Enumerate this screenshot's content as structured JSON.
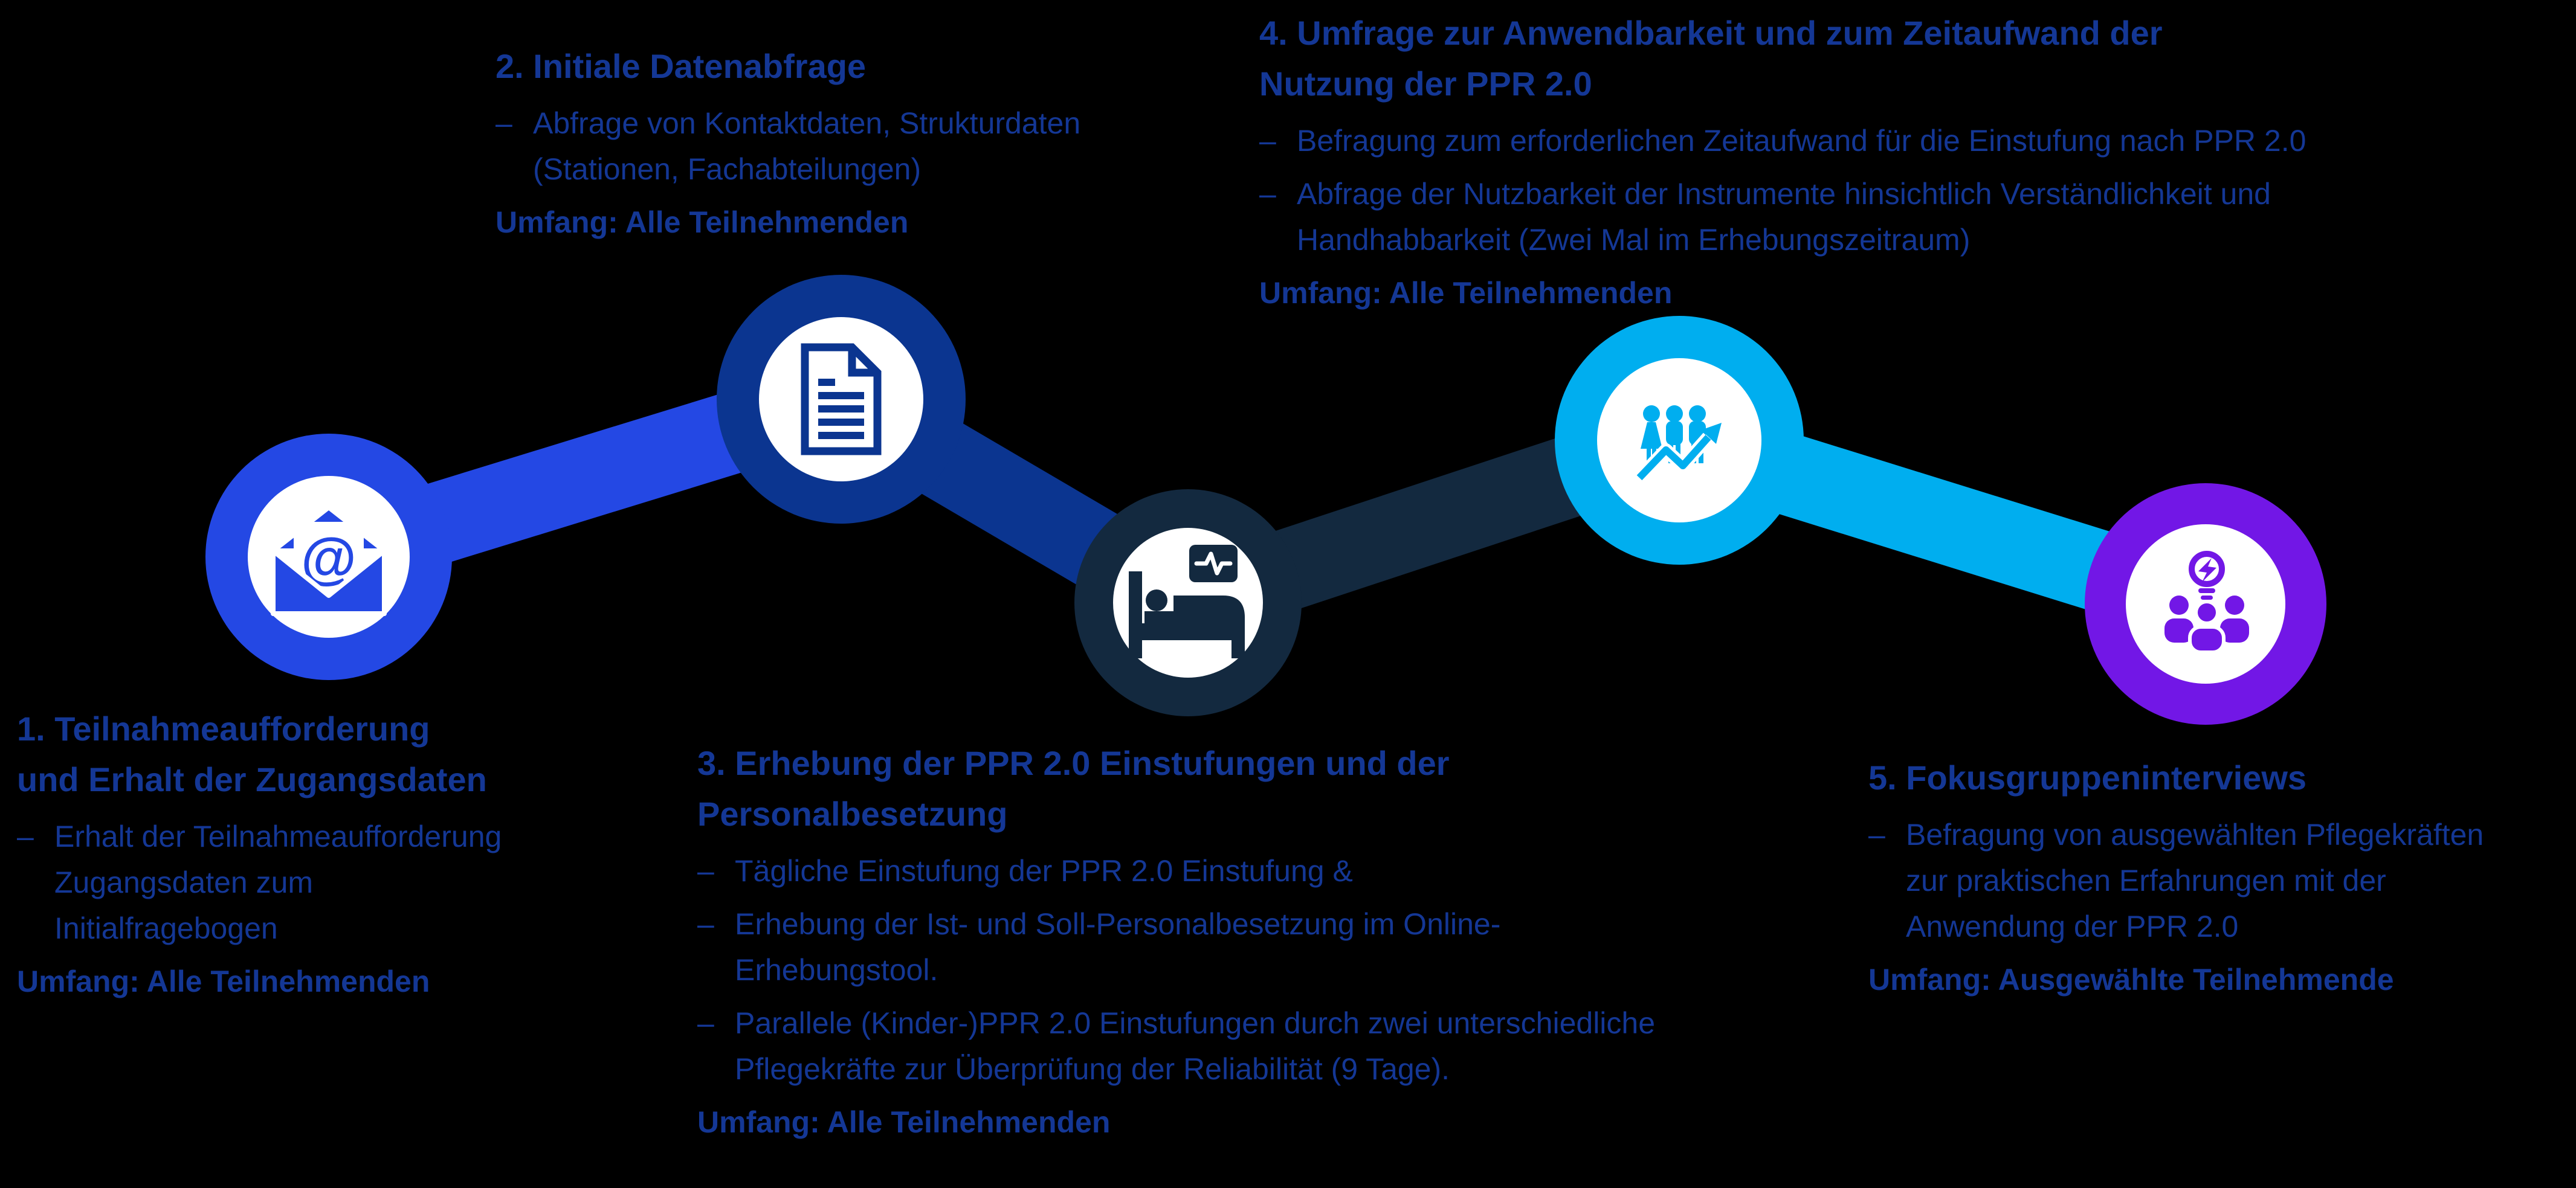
{
  "colors": {
    "background": "#000000",
    "text": "#143795",
    "step1": "#2448E4",
    "step2": "#0B3590",
    "step3": "#13293F",
    "step4": "#00AEEF",
    "step5": "#7217E6",
    "white": "#FFFFFF"
  },
  "marker": "–",
  "at_symbol": "@",
  "steps": [
    {
      "title": "1. Teilnahmeaufforderung\nund Erhalt der Zugangsdaten",
      "icon": "open-email-at-envelope",
      "bullets": [
        "Erhalt der Teilnahmeaufforderung\nZugangsdaten zum\nInitialfragebogen"
      ],
      "scope": "Umfang: Alle Teilnehmenden"
    },
    {
      "title": "2. Initiale Datenabfrage",
      "icon": "document-text-lines",
      "bullets": [
        "Abfrage von Kontaktdaten, Strukturdaten\n(Stationen, Fachabteilungen)"
      ],
      "scope": "Umfang: Alle Teilnehmenden"
    },
    {
      "title": "3. Erhebung der PPR 2.0 Einstufungen und der\nPersonalbesetzung",
      "icon": "hospital-bed-patient-monitor",
      "bullets": [
        "Tägliche Einstufung der PPR 2.0 Einstufung &",
        "Erhebung der Ist- und Soll-Personalbesetzung im Online-\nErhebungstool.",
        "Parallele (Kinder-)PPR 2.0 Einstufungen durch zwei unterschiedliche\nPflegekräfte zur Überprüfung der Reliabilität (9 Tage)."
      ],
      "scope": "Umfang: Alle Teilnehmenden"
    },
    {
      "title": "4. Umfrage zur Anwendbarkeit und zum Zeitaufwand der\nNutzung der PPR 2.0",
      "icon": "people-growth-arrow-chart",
      "bullets": [
        "Befragung zum erforderlichen Zeitaufwand für die Einstufung nach PPR 2.0",
        "Abfrage der Nutzbarkeit der Instrumente hinsichtlich Verständlichkeit und\nHandhabbarkeit (Zwei Mal im Erhebungszeitraum)"
      ],
      "scope": "Umfang: Alle Teilnehmenden"
    },
    {
      "title": "5. Fokusgruppeninterviews",
      "icon": "focus-group-lightbulb",
      "bullets": [
        "Befragung von ausgewählten Pflegekräften\nzur praktischen Erfahrungen mit der\nAnwendung der PPR 2.0"
      ],
      "scope": "Umfang: Ausgewählte Teilnehmende"
    }
  ]
}
